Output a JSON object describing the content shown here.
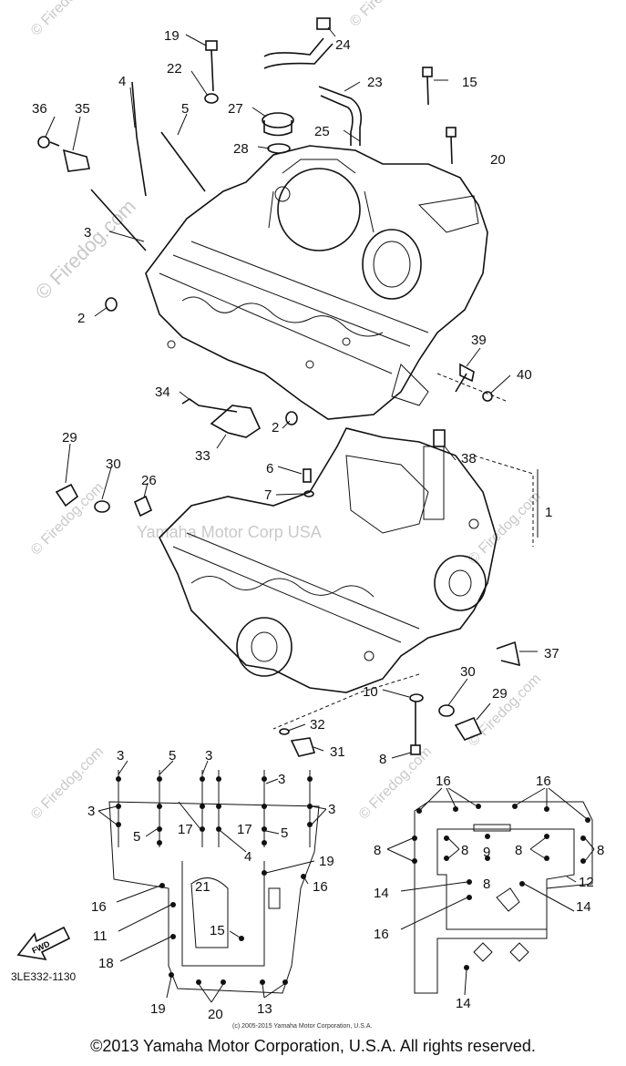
{
  "diagram": {
    "code": "3LE332-1130",
    "copyright_small": "(c) 2005-2015 Yamaha Motor Corporation, U.S.A.",
    "watermark": "© Firedog.com",
    "watermark_center": "Yamaha Motor Corp USA",
    "fwd_label": "FWD",
    "footer": "©2013 Yamaha Motor Corporation, U.S.A. All rights reserved."
  },
  "callouts": [
    {
      "id": "c1",
      "text": "19"
    },
    {
      "id": "c2",
      "text": "24"
    },
    {
      "id": "c3",
      "text": "22"
    },
    {
      "id": "c4",
      "text": "23"
    },
    {
      "id": "c5",
      "text": "15"
    },
    {
      "id": "c6",
      "text": "4"
    },
    {
      "id": "c7",
      "text": "36"
    },
    {
      "id": "c8",
      "text": "35"
    },
    {
      "id": "c9",
      "text": "5"
    },
    {
      "id": "c10",
      "text": "27"
    },
    {
      "id": "c11",
      "text": "25"
    },
    {
      "id": "c12",
      "text": "28"
    },
    {
      "id": "c13",
      "text": "20"
    },
    {
      "id": "c14",
      "text": "3"
    },
    {
      "id": "c15",
      "text": "2"
    },
    {
      "id": "c16",
      "text": "39"
    },
    {
      "id": "c17",
      "text": "40"
    },
    {
      "id": "c18",
      "text": "34"
    },
    {
      "id": "c19",
      "text": "2"
    },
    {
      "id": "c20",
      "text": "29"
    },
    {
      "id": "c21",
      "text": "33"
    },
    {
      "id": "c22",
      "text": "38"
    },
    {
      "id": "c23",
      "text": "30"
    },
    {
      "id": "c24",
      "text": "6"
    },
    {
      "id": "c25",
      "text": "26"
    },
    {
      "id": "c26",
      "text": "7"
    },
    {
      "id": "c27",
      "text": "1"
    },
    {
      "id": "c28",
      "text": "37"
    },
    {
      "id": "c29",
      "text": "30"
    },
    {
      "id": "c30",
      "text": "10"
    },
    {
      "id": "c31",
      "text": "29"
    },
    {
      "id": "c32",
      "text": "32"
    },
    {
      "id": "c33",
      "text": "31"
    },
    {
      "id": "c34",
      "text": "8"
    }
  ],
  "detail_left": [
    {
      "id": "l1",
      "text": "3"
    },
    {
      "id": "l2",
      "text": "5"
    },
    {
      "id": "l3",
      "text": "3"
    },
    {
      "id": "l4",
      "text": "3"
    },
    {
      "id": "l5",
      "text": "3"
    },
    {
      "id": "l6",
      "text": "3"
    },
    {
      "id": "l7",
      "text": "5"
    },
    {
      "id": "l8",
      "text": "17"
    },
    {
      "id": "l9",
      "text": "17"
    },
    {
      "id": "l10",
      "text": "5"
    },
    {
      "id": "l11",
      "text": "4"
    },
    {
      "id": "l12",
      "text": "19"
    },
    {
      "id": "l13",
      "text": "16"
    },
    {
      "id": "l14",
      "text": "21"
    },
    {
      "id": "l15",
      "text": "16"
    },
    {
      "id": "l16",
      "text": "11"
    },
    {
      "id": "l17",
      "text": "15"
    },
    {
      "id": "l18",
      "text": "18"
    },
    {
      "id": "l19",
      "text": "19"
    },
    {
      "id": "l20",
      "text": "20"
    },
    {
      "id": "l21",
      "text": "13"
    }
  ],
  "detail_right": [
    {
      "id": "r1",
      "text": "16"
    },
    {
      "id": "r2",
      "text": "16"
    },
    {
      "id": "r3",
      "text": "8"
    },
    {
      "id": "r4",
      "text": "8"
    },
    {
      "id": "r5",
      "text": "9"
    },
    {
      "id": "r6",
      "text": "8"
    },
    {
      "id": "r7",
      "text": "8"
    },
    {
      "id": "r8",
      "text": "8"
    },
    {
      "id": "r9",
      "text": "12"
    },
    {
      "id": "r10",
      "text": "14"
    },
    {
      "id": "r11",
      "text": "14"
    },
    {
      "id": "r12",
      "text": "16"
    },
    {
      "id": "r13",
      "text": "14"
    }
  ]
}
